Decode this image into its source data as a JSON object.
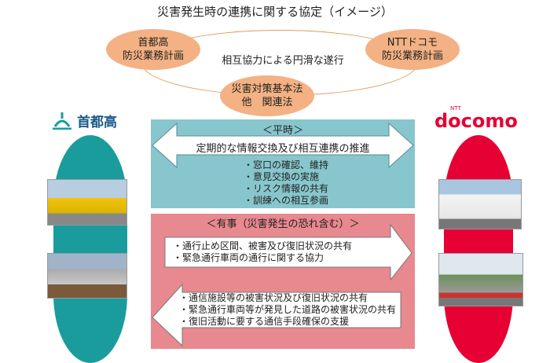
{
  "title": "災害発生時の連携に関する協定（イメージ）",
  "ovals": {
    "left": [
      "首都高",
      "防災業務計画"
    ],
    "right": [
      "NTTドコモ",
      "防災業務計画"
    ],
    "bottom": [
      "災害対策基本法",
      "他　関連法"
    ]
  },
  "center": "相互協力による円滑な遂行",
  "logos": {
    "left": "首都高",
    "right_small": "NTT",
    "right": "docomo"
  },
  "normal": {
    "label": "＜平時＞",
    "arrow": "定期的な情報交換及び相互連携の推進",
    "items": [
      "・窓口の確認、維持",
      "・意見交換の実施",
      "・リスク情報の共有",
      "・訓練への相互参画"
    ]
  },
  "emergency": {
    "label": "＜有事（災害発生の恐れ含む）＞",
    "right_items": [
      "・通行止め区間、被害及び復旧状況の共有",
      "・緊急通行車両の通行に関する協力"
    ],
    "left_items": [
      "・通信施設等の被害状況及び復旧状況の共有",
      "・緊急通行車両等が発見した道路の被害状況の共有",
      "・復旧活動に要する通信手段確保の支援"
    ]
  },
  "colors": {
    "oval": "#f4b183",
    "normal": "#87c6cc",
    "emergency": "#e8888f",
    "shutoko": "#1a9c9c",
    "docomo": "#e60033"
  }
}
